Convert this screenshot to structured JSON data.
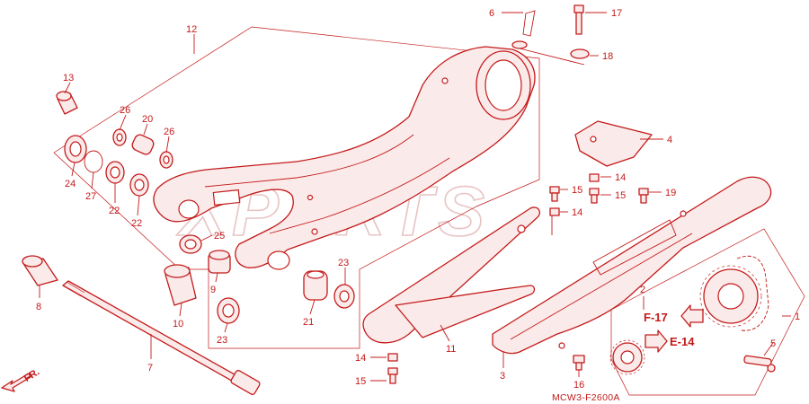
{
  "watermark": "XPARTS",
  "diagram_code": "MCW3-F2600A",
  "front_indicator": "FR.",
  "refs": {
    "f17": "F-17",
    "e14": "E-14"
  },
  "callouts": {
    "n1": "1",
    "n2": "2",
    "n3": "3",
    "n4": "4",
    "n5": "5",
    "n6": "6",
    "n7": "7",
    "n8": "8",
    "n9": "9",
    "n10": "10",
    "n11": "11",
    "n12": "12",
    "n13": "13",
    "n14a": "14",
    "n14b": "14",
    "n14c": "14",
    "n15a": "15",
    "n15b": "15",
    "n15c": "15",
    "n16": "16",
    "n17": "17",
    "n18": "18",
    "n19": "19",
    "n20": "20",
    "n21": "21",
    "n22a": "22",
    "n22b": "22",
    "n23a": "23",
    "n23b": "23",
    "n24": "24",
    "n25": "25",
    "n26a": "26",
    "n26b": "26",
    "n27": "27"
  },
  "colors": {
    "line": "#c41a1a",
    "fill": "#fbeaea",
    "watermark": "#e8c4c4",
    "background": "#ffffff"
  }
}
